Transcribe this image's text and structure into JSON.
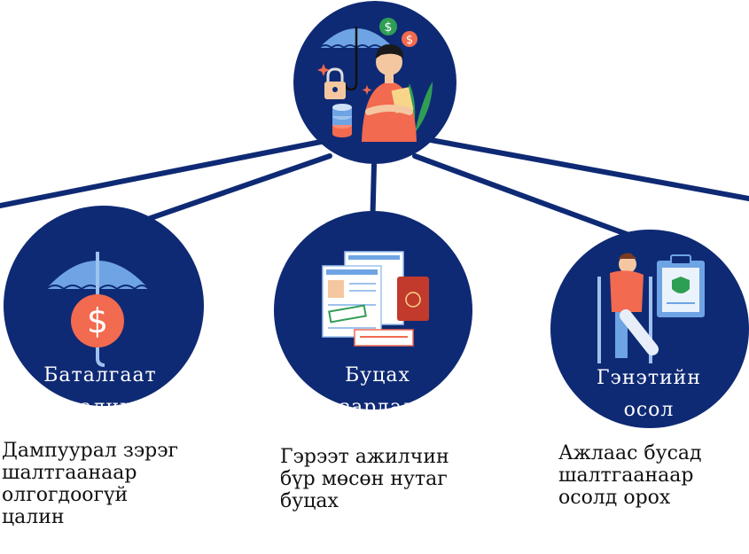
{
  "colors": {
    "navy": "#0f2a74",
    "sky": "#6ea4e4",
    "coral": "#f26a4f",
    "green": "#2f9e55",
    "skin": "#f4c7a1"
  },
  "hub": {
    "icons": [
      "umbrella-icon",
      "person-icon",
      "dollar-coin-icon",
      "lock-icon",
      "coin-stack-icon",
      "plant-icon"
    ]
  },
  "nodes": [
    {
      "icon": "umbrella-dollar-icon",
      "label_lines": [
        "Баталгаат",
        "цалин"
      ],
      "desc_lines": [
        "Дампуурал зэрэг",
        "шалтгаанаар",
        "олгогдоогүй",
        "цалин"
      ]
    },
    {
      "icon": "visa-documents-icon",
      "label_lines": [
        "Буцах",
        "зардал"
      ],
      "desc_lines": [
        "Гэрээт ажилчин",
        "бүр мөсөн нутаг",
        "буцах"
      ]
    },
    {
      "icon": "injured-person-clipboard-icon",
      "label_lines": [
        "Гэнэтийн",
        "осол"
      ],
      "desc_lines": [
        "Ажлаас бусад",
        "шалтгаанаар",
        "осолд орох"
      ]
    }
  ]
}
